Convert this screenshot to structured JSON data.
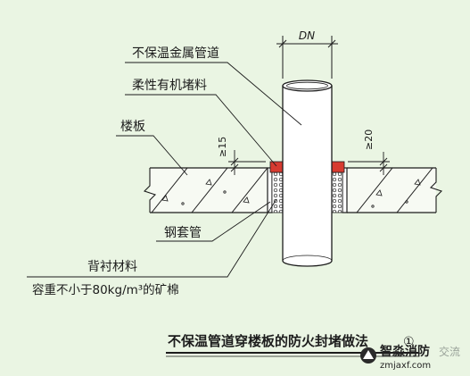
{
  "labels": {
    "pipe": "不保温金属管道",
    "flexible_seal": "柔性有机堵料",
    "floor_slab": "楼板",
    "steel_sleeve": "钢套管",
    "backing_material": "背衬材料",
    "mineral_wool": "容重不小于80kg/m³的矿棉"
  },
  "dimensions": {
    "diameter": "DN",
    "left_offset": "≥15",
    "right_offset": "≥20"
  },
  "title": "不保温管道穿楼板的防火封堵做法",
  "title_mark": "①",
  "watermark": {
    "brand": "智淼消防",
    "url": "zmjaxf.com",
    "tail": "交流"
  },
  "colors": {
    "background": "#eaf5e3",
    "line": "#1c1c1c",
    "seal": "#d73b30",
    "slab_fill": "#f7faf3"
  }
}
